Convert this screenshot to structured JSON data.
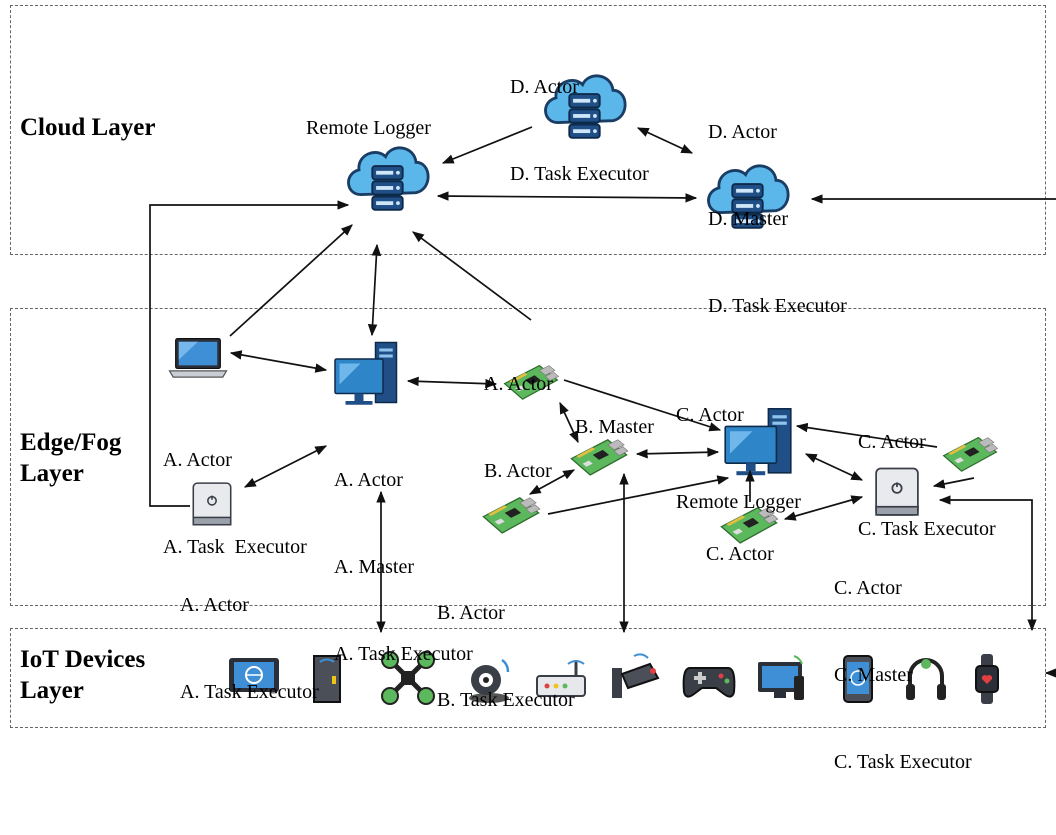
{
  "layers": {
    "cloud": "Cloud Layer",
    "edge": "Edge/Fog\nLayer",
    "iot": "IoT Devices\nLayer"
  },
  "labels": {
    "cloud_top_1": "D. Actor",
    "cloud_top_2": "D. Task Executor",
    "cloud_right_1": "D. Actor",
    "cloud_right_2": "D. Master",
    "cloud_right_3": "D. Task Executor",
    "remote_logger": "Remote Logger",
    "laptop_1": "A. Actor",
    "laptop_2": "A. Task  Executor",
    "a_server_1": "A. Actor",
    "a_server_2": "A. Master",
    "a_server_3": "A. Task Executor",
    "a_mini_1": "A. Actor",
    "a_mini_2": "A. Task Executor",
    "rpi_top_1": "A. Actor",
    "rpi_top_2": "B. Actor",
    "b_master": "B. Master",
    "b_rpi_1": "B. Actor",
    "b_rpi_2": "B. Task Executor",
    "c_server_1": "C. Actor",
    "c_server_2": "Remote Logger",
    "c_rpi_right_1": "C. Actor",
    "c_rpi_right_2": "C. Task Executor",
    "c_rpi_bottom": "C. Actor",
    "c_mini_1": "C. Actor",
    "c_mini_2": "C. Master",
    "c_mini_3": "C. Task Executor"
  },
  "icons": {
    "cloud": "cloud-server-icon",
    "desktop": "desktop-server-icon",
    "laptop": "laptop-icon",
    "mini": "mini-pc-icon",
    "rpi": "raspberry-pi-icon",
    "iot": [
      "tablet-globe-icon",
      "smart-door-icon",
      "drone-icon",
      "webcam-icon",
      "router-icon",
      "security-camera-icon",
      "gamepad-icon",
      "smart-tv-icon",
      "smartphone-icon",
      "headphones-icon",
      "smartwatch-icon"
    ]
  },
  "colors": {
    "cloud": "#5bb7ea",
    "server_stack": "#1f4f86",
    "monitor": "#2e86c9",
    "tower": "#1f4f86",
    "pcb": "#5cb85c",
    "arrow": "#111111"
  }
}
